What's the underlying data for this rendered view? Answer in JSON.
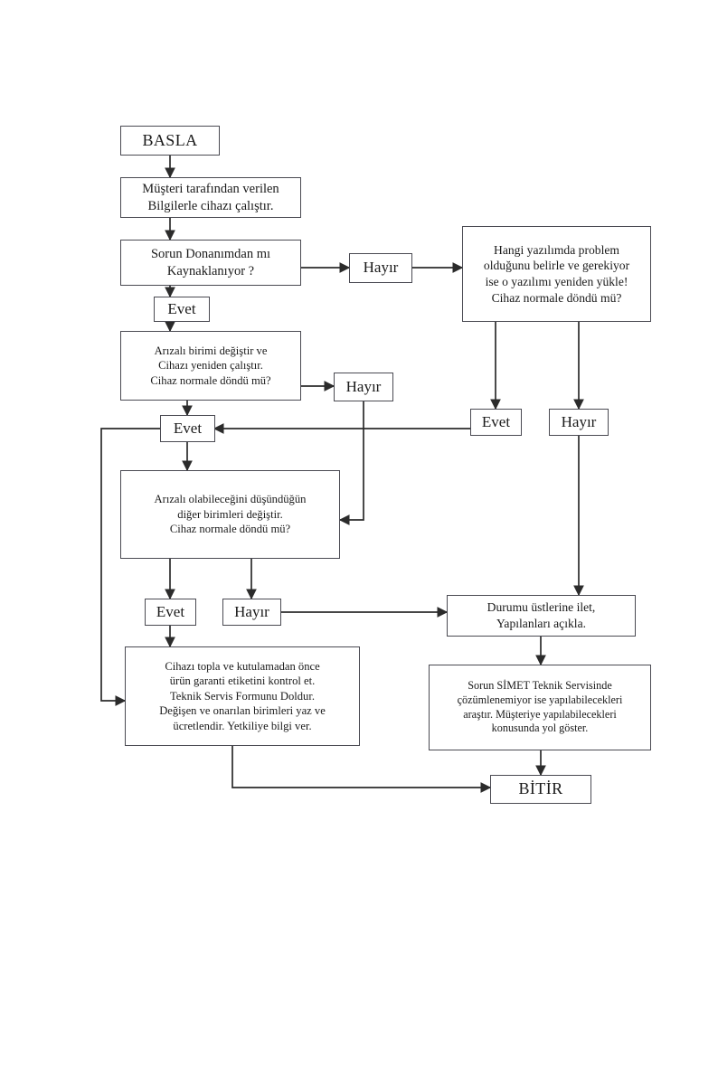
{
  "diagram": {
    "title": "SİMET Teknik Servis Arıza Giderme Akış Şeması",
    "language": "tr",
    "stroke_color": "#4a4a52",
    "wire_color": "#3a3a3a",
    "background": "#ffffff",
    "nodes": [
      {
        "id": "basla",
        "label": "BASLA",
        "type": "terminal"
      },
      {
        "id": "calistir",
        "label": "Müşteri tarafından verilen\nBilgilerle cihazı çalıştır.",
        "type": "process"
      },
      {
        "id": "donanim",
        "label": "Sorun Donanımdan mı\nKaynaklanıyor ?",
        "type": "decision"
      },
      {
        "id": "hayir1",
        "label": "Hayır",
        "type": "label"
      },
      {
        "id": "yazilim",
        "label": "Hangi yazılımda problem\nolduğunu belirle ve gerekiyor\nise o yazılımı yeniden yükle!\nCihaz normale döndü mü?",
        "type": "decision"
      },
      {
        "id": "evet1",
        "label": "Evet",
        "type": "label"
      },
      {
        "id": "arizali1",
        "label": "Arızalı birimi değiştir ve\nCihazı yeniden çalıştır.\nCihaz normale döndü mü?",
        "type": "decision"
      },
      {
        "id": "hayir2",
        "label": "Hayır",
        "type": "label"
      },
      {
        "id": "evet2",
        "label": "Evet",
        "type": "label"
      },
      {
        "id": "evet3",
        "label": "Evet",
        "type": "label"
      },
      {
        "id": "hayir3",
        "label": "Hayır",
        "type": "label"
      },
      {
        "id": "arizali2",
        "label": "Arızalı olabileceğini düşündüğün\ndiğer birimleri değiştir.\nCihaz normale döndü mü?",
        "type": "decision"
      },
      {
        "id": "evet4",
        "label": "Evet",
        "type": "label"
      },
      {
        "id": "hayir4",
        "label": "Hayır",
        "type": "label"
      },
      {
        "id": "durumu",
        "label": "Durumu üstlerine ilet,\nYapılanları açıkla.",
        "type": "process"
      },
      {
        "id": "topla",
        "label": "Cihazı topla ve kutulamadan önce\nürün garanti etiketini kontrol et.\nTeknik Servis Formunu Doldur.\nDeğişen ve onarılan birimleri yaz ve\nücretlendir. Yetkiliye bilgi ver.",
        "type": "process"
      },
      {
        "id": "simet",
        "label": "Sorun SİMET Teknik Servisinde\nçözümlenemiyor ise yapılabilecekleri\naraştır. Müşteriye yapılabilecekleri\nkonusunda yol göster.",
        "type": "process"
      },
      {
        "id": "bitir",
        "label": "BİTİR",
        "type": "terminal"
      }
    ]
  }
}
